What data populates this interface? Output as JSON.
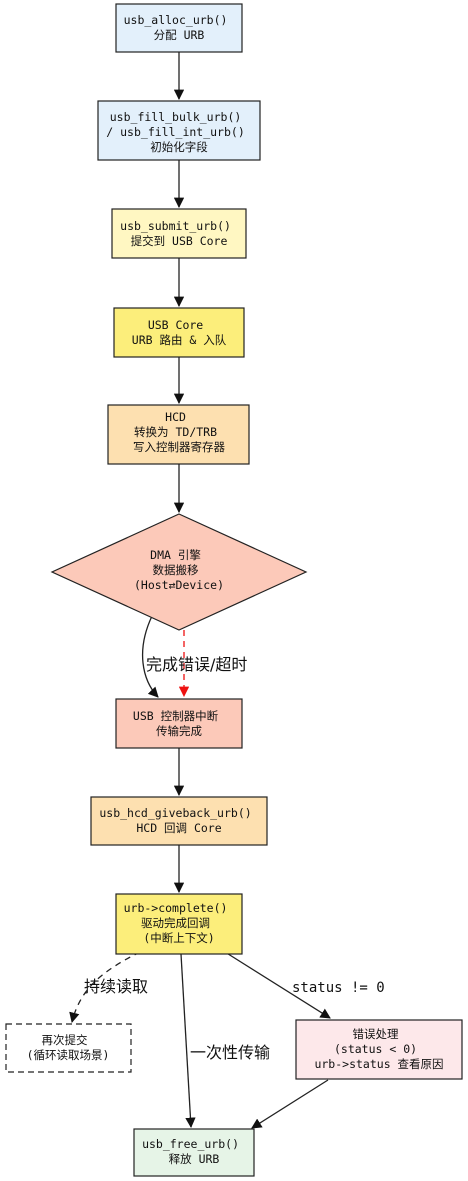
{
  "nodes": {
    "alloc": {
      "lines": [
        "usb_alloc_urb()",
        "分配 URB"
      ],
      "fill": "#e3f0fb"
    },
    "fill": {
      "lines": [
        "usb_fill_bulk_urb()",
        "/ usb_fill_int_urb()",
        "初始化字段"
      ],
      "fill": "#e3f0fb"
    },
    "submit": {
      "lines": [
        "usb_submit_urb()",
        "提交到 USB Core"
      ],
      "fill": "#fff7c2"
    },
    "core": {
      "lines": [
        "USB Core",
        "URB 路由 & 入队"
      ],
      "fill": "#fcee7b"
    },
    "hcd": {
      "lines": [
        "HCD",
        "转换为 TD/TRB",
        "写入控制器寄存器"
      ],
      "fill": "#fde0b0"
    },
    "dma": {
      "lines": [
        "DMA 引擎",
        "数据搬移",
        "(Host⇄Device)"
      ],
      "fill": "#fcc9b9"
    },
    "irq": {
      "lines": [
        "USB 控制器中断",
        "传输完成"
      ],
      "fill": "#fcc9b9"
    },
    "giveback": {
      "lines": [
        "usb_hcd_giveback_urb()",
        "HCD 回调 Core"
      ],
      "fill": "#fde0b0"
    },
    "complete": {
      "lines": [
        "urb->complete()",
        "驱动完成回调",
        "(中断上下文)"
      ],
      "fill": "#fcee7b"
    },
    "resubmit": {
      "lines": [
        "再次提交",
        "(循环读取场景)"
      ],
      "fill": "#ffffff"
    },
    "error": {
      "lines": [
        "错误处理",
        "(status < 0)",
        "urb->status 查看原因"
      ],
      "fill": "#fde8ea"
    },
    "free": {
      "lines": [
        "usb_free_urb()",
        "释放 URB"
      ],
      "fill": "#e6f4e7"
    }
  },
  "edge_labels": {
    "dma_to_irq": "完成错误/超时",
    "continue_read": "持续读取",
    "one_shot": "一次性传输",
    "status_nonzero": "status != 0"
  },
  "colors": {
    "stroke": "#222222",
    "dashed_error_edge": "#ee1111"
  }
}
